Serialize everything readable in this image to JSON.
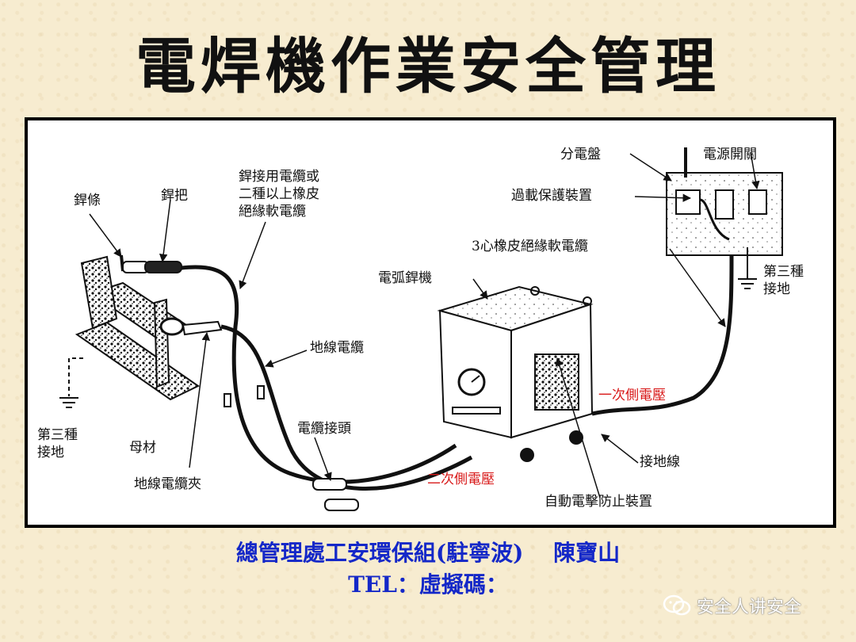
{
  "title": "電焊機作業安全管理",
  "labels": {
    "electrode": "銲條",
    "holder": "銲把",
    "weld_cable": [
      "銲接用電纜或",
      "二種以上橡皮",
      "絕緣軟電纜"
    ],
    "ground_cable": "地線電纜",
    "cable_joint": "電纜接頭",
    "ground_clamp": "地線電纜夾",
    "base_metal": "母材",
    "third_ground_left": [
      "第三種",
      "接地"
    ],
    "arc_welder": "電弧銲機",
    "primary_voltage": "一次側電壓",
    "secondary_voltage": "二次側電壓",
    "ground_wire": "接地線",
    "anti_shock": "自動電擊防止裝置",
    "panel": "分電盤",
    "power_switch": "電源開關",
    "overload": "過載保護裝置",
    "rubber_cable": "3心橡皮絕緣軟電纜",
    "third_ground_right": [
      "第三種",
      "接地"
    ]
  },
  "footer": {
    "line1": "總管理處工安環保組(駐寧波)　 陳寶山",
    "line2": "TEL：虛擬碼："
  },
  "watermark": {
    "text": "安全人讲安全",
    "icon": "wechat-icon"
  },
  "colors": {
    "background": "#f7ecd0",
    "footer_text": "#1428c8",
    "red_label": "#d81818"
  }
}
